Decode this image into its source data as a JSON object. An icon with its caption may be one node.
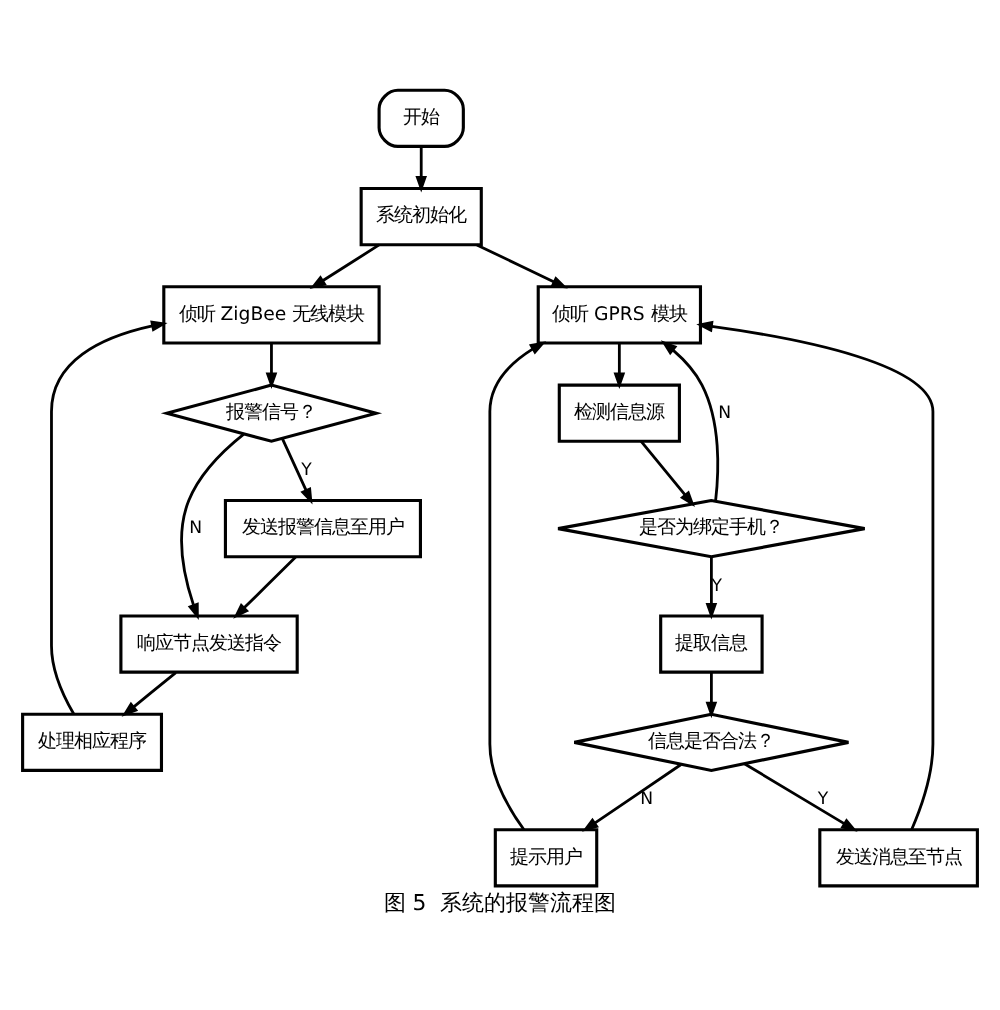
{
  "diagram": {
    "caption": "图 5  系统的报警流程图",
    "nodes": [
      {
        "text": [
          "开始"
        ]
      },
      {
        "text": [
          "系统初始化"
        ]
      },
      {
        "text": [
          "侦听 ZigBee 无线模块"
        ]
      },
      {
        "text": [
          "报警信号？"
        ]
      },
      {
        "text": [
          "发送报警信息至用户"
        ]
      },
      {
        "text": [
          "响应节点发送指令"
        ]
      },
      {
        "text": [
          "处理相应程序"
        ]
      },
      {
        "text": [
          "侦听 GPRS 模块"
        ]
      },
      {
        "text": [
          "检测信息源"
        ]
      },
      {
        "text": [
          "是否为绑定手机？"
        ]
      },
      {
        "text": [
          "提取信息"
        ]
      },
      {
        "text": [
          "信息是否合法？"
        ]
      },
      {
        "text": [
          "提示用户"
        ]
      },
      {
        "text": [
          "发送消息至节点"
        ]
      }
    ],
    "edges": [
      {
        "from": 0,
        "to": 1,
        "arrow": "to"
      },
      {
        "from": 1,
        "to": 2,
        "arrow": "to"
      },
      {
        "from": 1,
        "to": 7,
        "arrow": "to"
      },
      {
        "from": 2,
        "to": 3,
        "arrow": "to"
      },
      {
        "from": 3,
        "to": 4,
        "label": "Y",
        "arrow": "to"
      },
      {
        "from": 3,
        "to": 5,
        "label": "N",
        "arrow": "to"
      },
      {
        "from": 4,
        "to": 5,
        "arrow": "to"
      },
      {
        "from": 5,
        "to": 6,
        "arrow": "to"
      },
      {
        "from": 6,
        "to": 2,
        "arrow": "to"
      },
      {
        "from": 7,
        "to": 8,
        "arrow": "to"
      },
      {
        "from": 8,
        "to": 9,
        "arrow": "to"
      },
      {
        "from": 9,
        "to": 7,
        "label": "N",
        "arrow": "to"
      },
      {
        "from": 9,
        "to": 10,
        "label": "Y",
        "arrow": "to"
      },
      {
        "from": 10,
        "to": 11,
        "arrow": "to"
      },
      {
        "from": 11,
        "to": 12,
        "label": "N",
        "arrow": "to"
      },
      {
        "from": 11,
        "to": 13,
        "label": "Y",
        "arrow": "to"
      },
      {
        "from": 12,
        "to": 7,
        "arrow": "to"
      },
      {
        "from": 13,
        "to": 7,
        "arrow": "to"
      }
    ]
  }
}
